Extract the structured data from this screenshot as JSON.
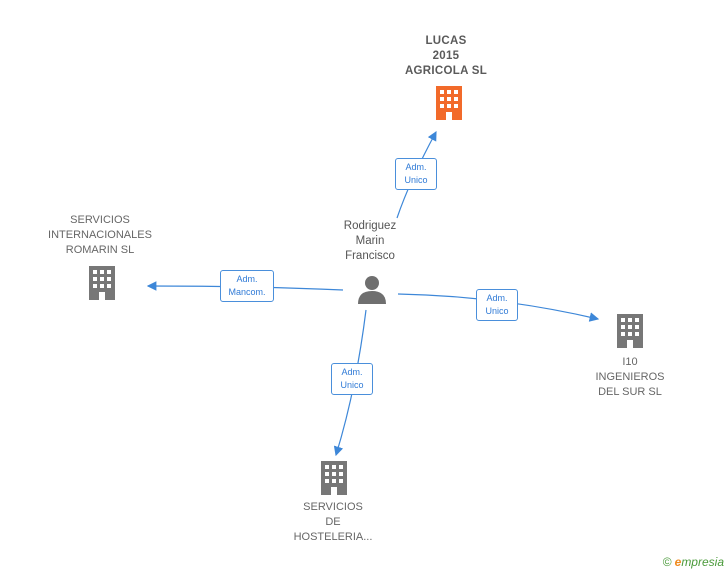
{
  "colors": {
    "edge": "#3d87d8",
    "company": "#777777",
    "highlight_company": "#f26a2a",
    "person": "#6f6f6f"
  },
  "center": {
    "name_lines": [
      "Rodriguez",
      "Marin",
      "Francisco"
    ],
    "icon": "person-icon"
  },
  "companies": {
    "lucas": {
      "lines": [
        "LUCAS",
        "2015",
        "AGRICOLA SL"
      ],
      "icon": "building-icon"
    },
    "romarin": {
      "lines": [
        "SERVICIOS",
        "INTERNACIONALES",
        "ROMARIN SL"
      ],
      "icon": "building-icon"
    },
    "i10": {
      "lines": [
        "I10",
        "INGENIEROS",
        "DEL SUR SL"
      ],
      "icon": "building-icon"
    },
    "hosteleria": {
      "lines": [
        "SERVICIOS",
        "DE",
        "HOSTELERIA..."
      ],
      "icon": "building-icon"
    }
  },
  "relations": {
    "lucas": [
      "Adm.",
      "Unico"
    ],
    "romarin": [
      "Adm.",
      "Mancom."
    ],
    "i10": [
      "Adm.",
      "Unico"
    ],
    "hosteleria": [
      "Adm.",
      "Unico"
    ]
  },
  "brand": {
    "copyright": "©",
    "e": "e",
    "rest": "mpresia"
  }
}
